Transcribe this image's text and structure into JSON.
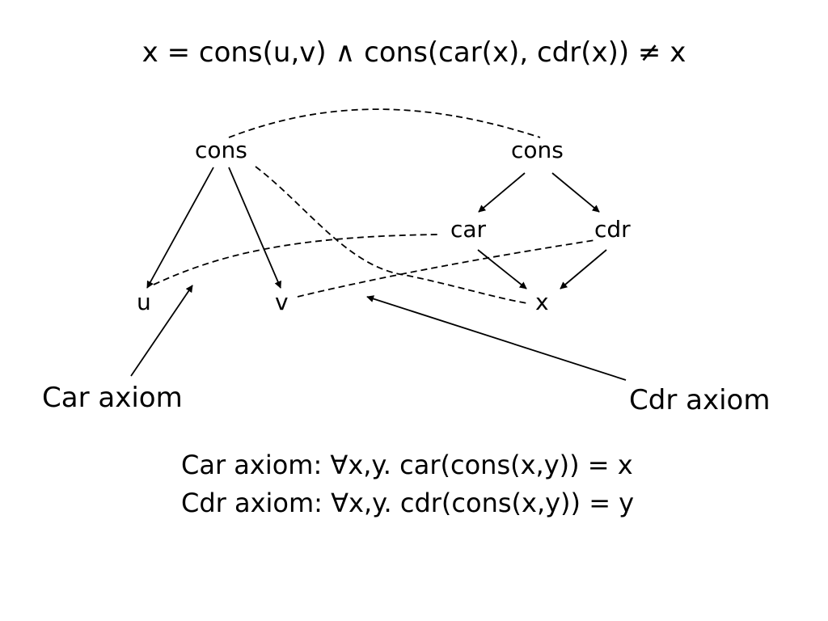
{
  "title": "x = cons(u,v) ∧ cons(car(x), cdr(x)) ≠ x",
  "nodes": {
    "cons_left": "cons",
    "cons_right": "cons",
    "car": "car",
    "cdr": "cdr",
    "u": "u",
    "v": "v",
    "x": "x"
  },
  "callouts": {
    "car": "Car axiom",
    "cdr": "Cdr axiom"
  },
  "axioms": {
    "car": "Car axiom: ∀x,y. car(cons(x,y)) = x",
    "cdr": "Cdr axiom: ∀x,y. cdr(cons(x,y)) = y"
  },
  "colors": {
    "ink": "#000000",
    "background": "#ffffff"
  }
}
